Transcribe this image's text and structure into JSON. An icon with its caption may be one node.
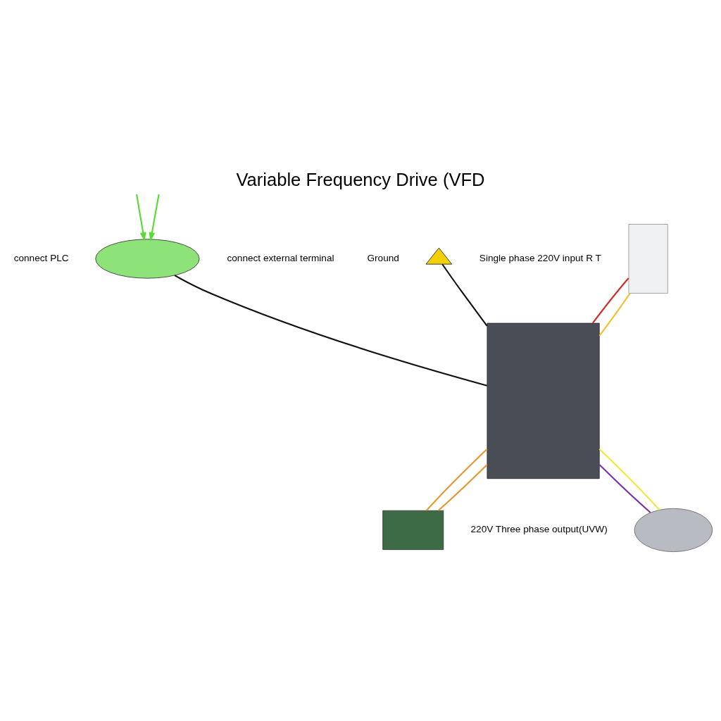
{
  "diagram": {
    "title": "Variable Frequency Drive (VFD",
    "nodes": [
      {
        "text": [],
        "shape": "box",
        "beside": [
          "Single phase 220V input R T"
        ]
      },
      {
        "text": [],
        "shape": "box"
      },
      {
        "text": [],
        "shape": "ellipse",
        "beside": [
          "connect PLC",
          "connect external terminal"
        ]
      },
      {
        "text": [],
        "shape": "triangle",
        "beside": [
          "Ground"
        ]
      },
      {
        "text": [],
        "shape": "box"
      },
      {
        "text": [],
        "shape": "ellipse",
        "beside": [
          "220V Three phase output(UVW)"
        ]
      }
    ],
    "edges": [
      {
        "from": 0,
        "to": 1,
        "arrow": "none",
        "color": "#d62828"
      },
      {
        "from": 0,
        "to": 1,
        "arrow": "none",
        "color": "#f2c12e"
      },
      {
        "from": 1,
        "to": 4,
        "arrow": "none",
        "color": "#e8962e"
      },
      {
        "from": 1,
        "to": 4,
        "arrow": "none",
        "color": "#e8962e"
      },
      {
        "from": 1,
        "to": 5,
        "arrow": "none",
        "color": "#7b2fa8"
      },
      {
        "from": 1,
        "to": 5,
        "arrow": "none",
        "color": "#f5e63c"
      },
      {
        "from": 2,
        "to": 1,
        "arrow": "none",
        "color": "#111111"
      },
      {
        "from": 3,
        "to": 1,
        "arrow": "none",
        "color": "#111111"
      },
      {
        "from": null,
        "to": 2,
        "arrow": "to",
        "color": "#55dd33"
      },
      {
        "from": null,
        "to": 2,
        "arrow": "to",
        "color": "#55dd33"
      }
    ]
  }
}
